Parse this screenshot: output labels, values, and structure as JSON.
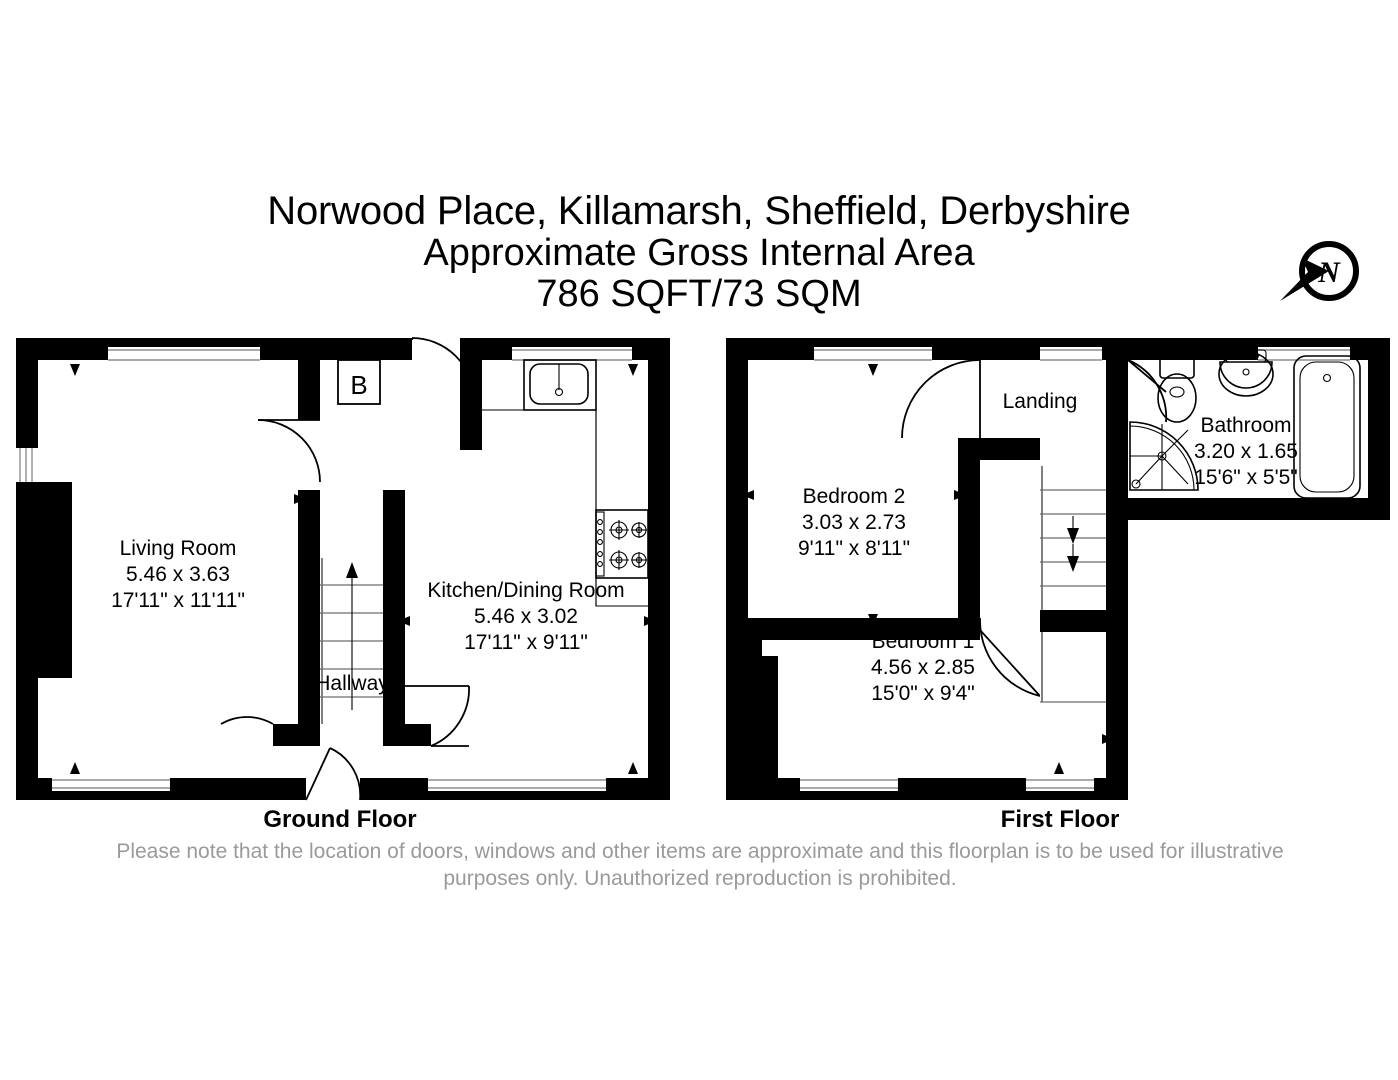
{
  "header": {
    "address": "Norwood Place, Killamarsh, Sheffield, Derbyshire",
    "area_caption": "Approximate Gross Internal Area",
    "area_value": "786 SQFT/73 SQM"
  },
  "compass": {
    "icon": "compass-north-icon",
    "letter": "N"
  },
  "floors": [
    {
      "id": "ground",
      "label": "Ground Floor",
      "rooms": [
        {
          "name": "Living Room",
          "metric": "5.46 x 3.63",
          "imperial": "17'11\" x 11'11\""
        },
        {
          "name": "Kitchen/Dining Room",
          "metric": "5.46 x 3.02",
          "imperial": "17'11\" x 9'11\""
        },
        {
          "name": "Hallway",
          "metric": "",
          "imperial": ""
        }
      ],
      "markers": [
        {
          "name": "boiler-marker",
          "label": "B"
        }
      ]
    },
    {
      "id": "first",
      "label": "First Floor",
      "rooms": [
        {
          "name": "Bedroom 2",
          "metric": "3.03 x 2.73",
          "imperial": "9'11\" x 8'11\""
        },
        {
          "name": "Bedroom 1",
          "metric": "4.56 x 2.85",
          "imperial": "15'0\" x 9'4\""
        },
        {
          "name": "Bathroom",
          "metric": "3.20 x 1.65",
          "imperial": "15'6\" x 5'5\""
        },
        {
          "name": "Landing",
          "metric": "",
          "imperial": ""
        }
      ],
      "fixtures": [
        "toilet-icon",
        "basin-icon",
        "bathtub-icon",
        "shower-quadrant-icon"
      ]
    }
  ],
  "kitchen_fixtures": [
    "sink-icon",
    "hob-icon"
  ],
  "disclaimer": {
    "line1": "Please note that the location of doors, windows and other items are approximate and this floorplan is to be used for illustrative",
    "line2": "purposes only. Unauthorized reproduction is prohibited."
  },
  "colors": {
    "wall": "#000000",
    "background": "#ffffff",
    "disclaimer_text": "#9a9a9a",
    "window_line": "#8e8e8e",
    "stair_line": "#6d6d6d"
  }
}
